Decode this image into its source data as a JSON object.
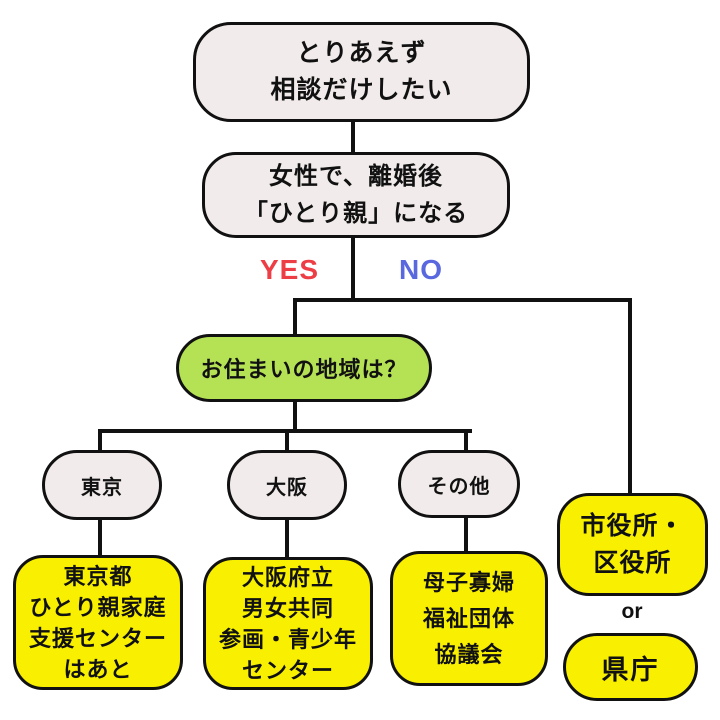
{
  "flow": {
    "start": {
      "lines": [
        "とりあえず",
        "相談だけしたい"
      ]
    },
    "condition": {
      "lines": [
        "女性で、離婚後",
        "「ひとり親」になる"
      ]
    },
    "yes_label": "YES",
    "no_label": "NO",
    "region_question": "お住まいの地域は？",
    "regions": [
      {
        "label": "東京"
      },
      {
        "label": "大阪"
      },
      {
        "label": "その他"
      }
    ],
    "results": [
      {
        "lines": [
          "東京都",
          "ひとり親家庭",
          "支援センター",
          "はあと"
        ]
      },
      {
        "lines": [
          "大阪府立",
          "男女共同",
          "参画・青少年",
          "センター"
        ]
      },
      {
        "lines": [
          "母子寡婦",
          "福祉団体",
          "協議会"
        ]
      }
    ],
    "no_result_primary": {
      "lines": [
        "市役所・",
        "区役所"
      ]
    },
    "or_label": "or",
    "no_result_secondary": "県庁"
  },
  "colors": {
    "border": "#111111",
    "node-fill": "#f2ebeb",
    "region-fill": "#b5e155",
    "result-fill": "#f8f000",
    "yes-red": "#ed3e45",
    "no-blue": "#5a68e0"
  }
}
